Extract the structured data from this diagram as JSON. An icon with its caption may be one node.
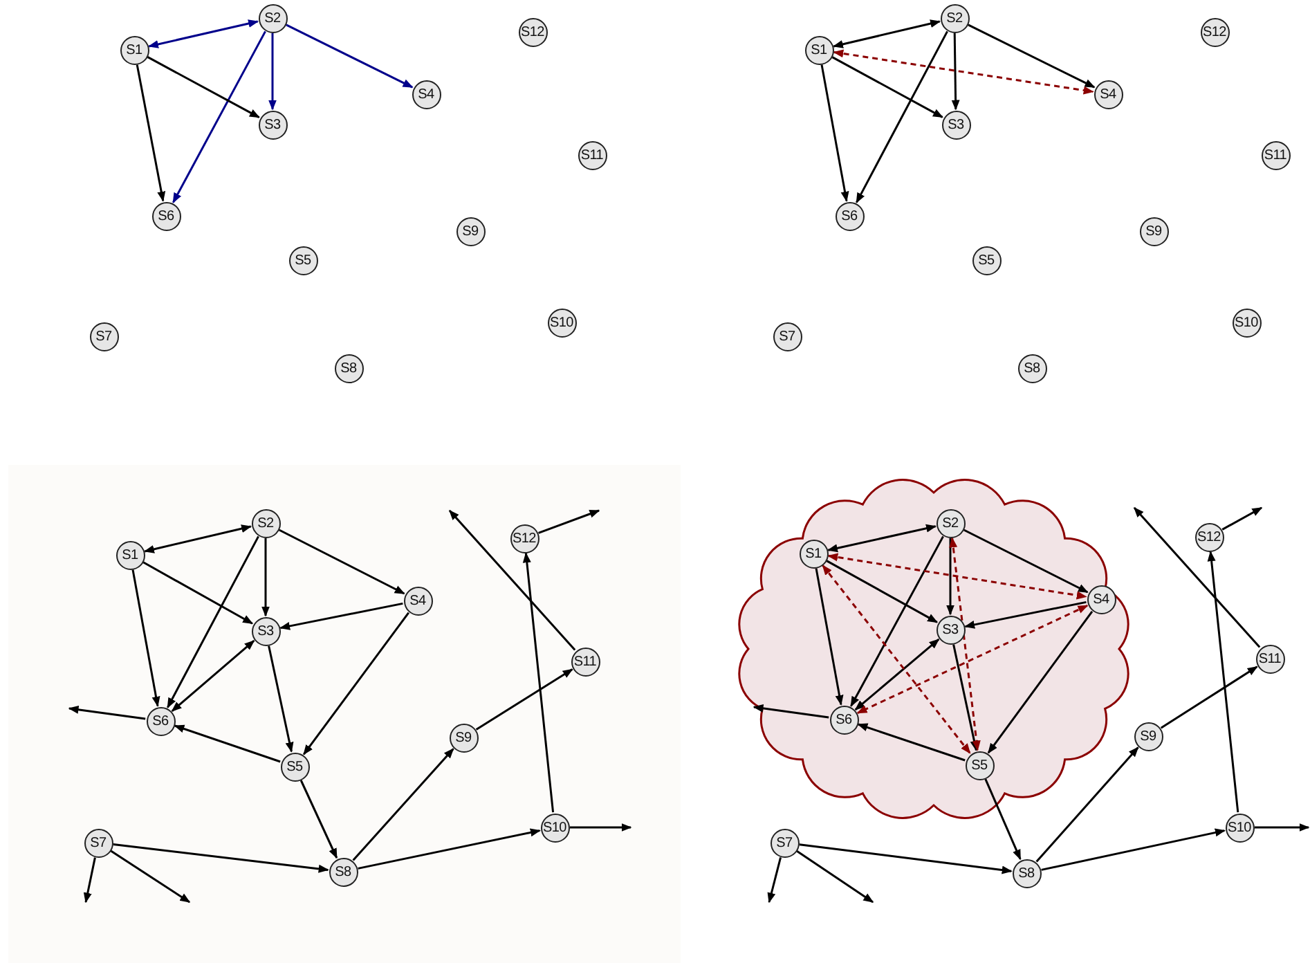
{
  "diagram": {
    "nodes": [
      {
        "text": [
          "S1"
        ]
      },
      {
        "text": [
          "S2"
        ]
      },
      {
        "text": [
          "S3"
        ]
      },
      {
        "text": [
          "S4"
        ]
      },
      {
        "text": [
          "S5"
        ]
      },
      {
        "text": [
          "S6"
        ]
      },
      {
        "text": [
          "S7"
        ]
      },
      {
        "text": [
          "S8"
        ]
      },
      {
        "text": [
          "S9"
        ]
      },
      {
        "text": [
          "S10"
        ]
      },
      {
        "text": [
          "S11"
        ]
      },
      {
        "text": [
          "S12"
        ]
      },
      {
        "text": [
          "S1"
        ]
      },
      {
        "text": [
          "S2"
        ]
      },
      {
        "text": [
          "S3"
        ]
      },
      {
        "text": [
          "S4"
        ]
      },
      {
        "text": [
          "S5"
        ]
      },
      {
        "text": [
          "S6"
        ]
      },
      {
        "text": [
          "S7"
        ]
      },
      {
        "text": [
          "S8"
        ]
      },
      {
        "text": [
          "S9"
        ]
      },
      {
        "text": [
          "S10"
        ]
      },
      {
        "text": [
          "S11"
        ]
      },
      {
        "text": [
          "S12"
        ]
      },
      {
        "text": [
          "S1"
        ]
      },
      {
        "text": [
          "S2"
        ]
      },
      {
        "text": [
          "S3"
        ]
      },
      {
        "text": [
          "S4"
        ]
      },
      {
        "text": [
          "S5"
        ]
      },
      {
        "text": [
          "S6"
        ]
      },
      {
        "text": [
          "S7"
        ]
      },
      {
        "text": [
          "S8"
        ]
      },
      {
        "text": [
          "S9"
        ]
      },
      {
        "text": [
          "S10"
        ]
      },
      {
        "text": [
          "S11"
        ]
      },
      {
        "text": [
          "S12"
        ]
      },
      {
        "text": [],
        "shape": "cloud"
      },
      {
        "text": [
          "S1"
        ],
        "in": 36
      },
      {
        "text": [
          "S2"
        ],
        "in": 36
      },
      {
        "text": [
          "S3"
        ],
        "in": 36
      },
      {
        "text": [
          "S4"
        ],
        "in": 36
      },
      {
        "text": [
          "S5"
        ],
        "in": 36
      },
      {
        "text": [
          "S6"
        ],
        "in": 36
      },
      {
        "text": [
          "S7"
        ]
      },
      {
        "text": [
          "S8"
        ]
      },
      {
        "text": [
          "S9"
        ]
      },
      {
        "text": [
          "S10"
        ]
      },
      {
        "text": [
          "S11"
        ]
      },
      {
        "text": [
          "S12"
        ]
      }
    ],
    "edges": [
      {
        "from": 0,
        "to": 1,
        "arrow": "both",
        "color": "#00008b"
      },
      {
        "from": 1,
        "to": 2,
        "arrow": "to",
        "color": "#00008b"
      },
      {
        "from": 1,
        "to": 3,
        "arrow": "to",
        "color": "#00008b"
      },
      {
        "from": 1,
        "to": 5,
        "arrow": "to",
        "color": "#00008b"
      },
      {
        "from": 0,
        "to": 2,
        "arrow": "to"
      },
      {
        "from": 0,
        "to": 5,
        "arrow": "to"
      },
      {
        "from": 12,
        "to": 13,
        "arrow": "both"
      },
      {
        "from": 13,
        "to": 14,
        "arrow": "to"
      },
      {
        "from": 13,
        "to": 15,
        "arrow": "to"
      },
      {
        "from": 13,
        "to": 17,
        "arrow": "to"
      },
      {
        "from": 12,
        "to": 14,
        "arrow": "to"
      },
      {
        "from": 12,
        "to": 17,
        "arrow": "to"
      },
      {
        "from": 12,
        "to": 15,
        "arrow": "both",
        "style": "dashed",
        "color": "#8b0000"
      },
      {
        "from": 24,
        "to": 25,
        "arrow": "both"
      },
      {
        "from": 24,
        "to": 26,
        "arrow": "to"
      },
      {
        "from": 24,
        "to": 29,
        "arrow": "to"
      },
      {
        "from": 25,
        "to": 26,
        "arrow": "to"
      },
      {
        "from": 25,
        "to": 27,
        "arrow": "to"
      },
      {
        "from": 25,
        "to": 29,
        "arrow": "to"
      },
      {
        "from": 27,
        "to": 26,
        "arrow": "to"
      },
      {
        "from": 27,
        "to": 28,
        "arrow": "to"
      },
      {
        "from": 26,
        "to": 29,
        "arrow": "both"
      },
      {
        "from": 26,
        "to": 28,
        "arrow": "to"
      },
      {
        "from": 28,
        "to": 29,
        "arrow": "to"
      },
      {
        "from": 28,
        "to": 31,
        "arrow": "to"
      },
      {
        "from": 29,
        "to": null,
        "arrow": "to"
      },
      {
        "from": 30,
        "to": 31,
        "arrow": "to"
      },
      {
        "from": 30,
        "to": null,
        "arrow": "to"
      },
      {
        "from": 30,
        "to": null,
        "arrow": "to"
      },
      {
        "from": 31,
        "to": 32,
        "arrow": "to"
      },
      {
        "from": 31,
        "to": 33,
        "arrow": "to"
      },
      {
        "from": 32,
        "to": 34,
        "arrow": "to"
      },
      {
        "from": 33,
        "to": 35,
        "arrow": "to"
      },
      {
        "from": 33,
        "to": null,
        "arrow": "to"
      },
      {
        "from": 34,
        "to": null,
        "arrow": "to"
      },
      {
        "from": 35,
        "to": null,
        "arrow": "to"
      },
      {
        "from": 37,
        "to": 38,
        "arrow": "both"
      },
      {
        "from": 37,
        "to": 39,
        "arrow": "to"
      },
      {
        "from": 37,
        "to": 42,
        "arrow": "to"
      },
      {
        "from": 38,
        "to": 39,
        "arrow": "to"
      },
      {
        "from": 38,
        "to": 40,
        "arrow": "to"
      },
      {
        "from": 38,
        "to": 42,
        "arrow": "to"
      },
      {
        "from": 40,
        "to": 39,
        "arrow": "to"
      },
      {
        "from": 40,
        "to": 41,
        "arrow": "to"
      },
      {
        "from": 39,
        "to": 42,
        "arrow": "both"
      },
      {
        "from": 39,
        "to": 41,
        "arrow": "to"
      },
      {
        "from": 41,
        "to": 42,
        "arrow": "to"
      },
      {
        "from": 41,
        "to": 44,
        "arrow": "to"
      },
      {
        "from": 42,
        "to": null,
        "arrow": "to"
      },
      {
        "from": 43,
        "to": 44,
        "arrow": "to"
      },
      {
        "from": 43,
        "to": null,
        "arrow": "to"
      },
      {
        "from": 43,
        "to": null,
        "arrow": "to"
      },
      {
        "from": 44,
        "to": 45,
        "arrow": "to"
      },
      {
        "from": 44,
        "to": 46,
        "arrow": "to"
      },
      {
        "from": 45,
        "to": 47,
        "arrow": "to"
      },
      {
        "from": 46,
        "to": 48,
        "arrow": "to"
      },
      {
        "from": 46,
        "to": null,
        "arrow": "to"
      },
      {
        "from": 47,
        "to": null,
        "arrow": "to"
      },
      {
        "from": 48,
        "to": null,
        "arrow": "to"
      },
      {
        "from": 37,
        "to": 40,
        "arrow": "both",
        "style": "dashed",
        "color": "#8b0000"
      },
      {
        "from": 37,
        "to": 41,
        "arrow": "both",
        "style": "dashed",
        "color": "#8b0000"
      },
      {
        "from": 38,
        "to": 41,
        "arrow": "both",
        "style": "dashed",
        "color": "#8b0000"
      },
      {
        "from": 40,
        "to": 42,
        "arrow": "both",
        "style": "dashed",
        "color": "#8b0000"
      }
    ]
  }
}
